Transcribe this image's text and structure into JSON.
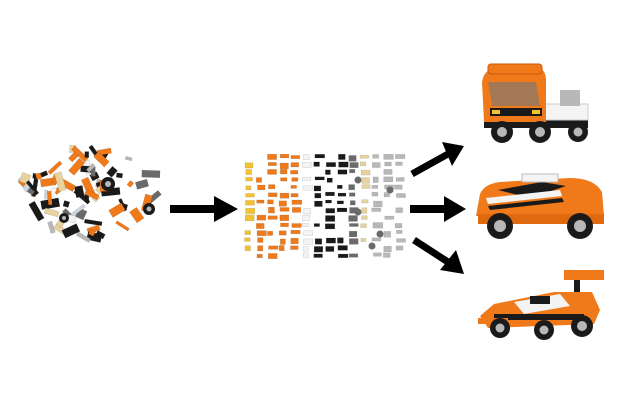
{
  "figure": {
    "background": "#ffffff",
    "stages": [
      {
        "id": "loose-bricks",
        "icon": "pile-of-lego-bricks"
      },
      {
        "id": "sorted-bricks",
        "icon": "sorted-lego-parts-grid"
      }
    ],
    "outputs": [
      {
        "id": "truck",
        "icon": "orange-lego-truck-cab"
      },
      {
        "id": "sports-car",
        "icon": "orange-lego-sports-car"
      },
      {
        "id": "race-car",
        "icon": "orange-lego-race-car"
      }
    ],
    "arrow_color": "#000000",
    "brick_colors": {
      "orange": "#f07a1a",
      "black": "#1a1a1a",
      "white": "#f4f4f4",
      "light_gray": "#b8b8b8",
      "dark_gray": "#6a6a6a",
      "tan": "#e8d3a0",
      "yellow": "#f2c230",
      "trans_clear": "#cfd8df"
    }
  }
}
